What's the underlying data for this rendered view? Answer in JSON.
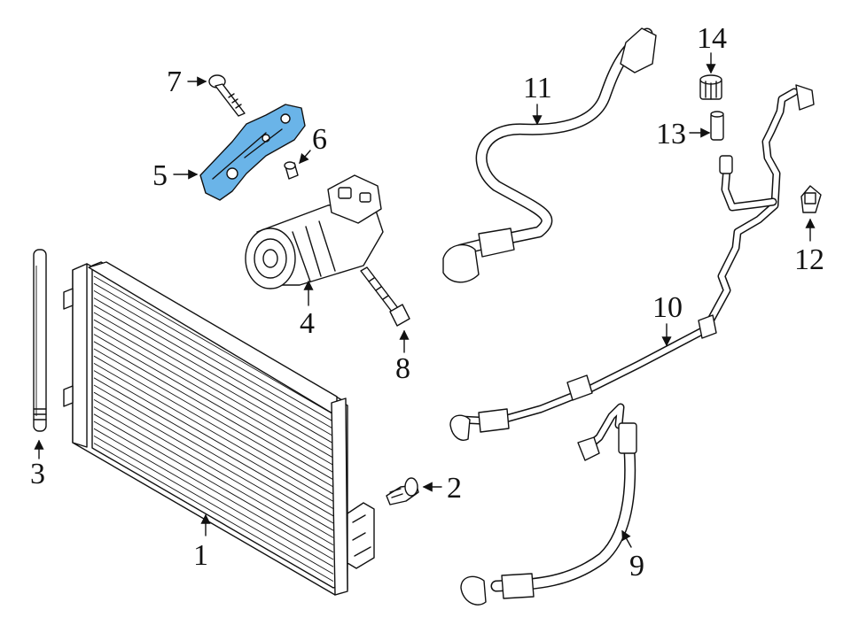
{
  "colors": {
    "highlight": "#6ab4e8",
    "line": "#111111",
    "background": "#ffffff"
  },
  "callouts": [
    {
      "id": "1",
      "label": "1"
    },
    {
      "id": "2",
      "label": "2"
    },
    {
      "id": "3",
      "label": "3"
    },
    {
      "id": "4",
      "label": "4"
    },
    {
      "id": "5",
      "label": "5"
    },
    {
      "id": "6",
      "label": "6"
    },
    {
      "id": "7",
      "label": "7"
    },
    {
      "id": "8",
      "label": "8"
    },
    {
      "id": "9",
      "label": "9"
    },
    {
      "id": "10",
      "label": "10"
    },
    {
      "id": "11",
      "label": "11"
    },
    {
      "id": "12",
      "label": "12"
    },
    {
      "id": "13",
      "label": "13"
    },
    {
      "id": "14",
      "label": "14"
    }
  ]
}
